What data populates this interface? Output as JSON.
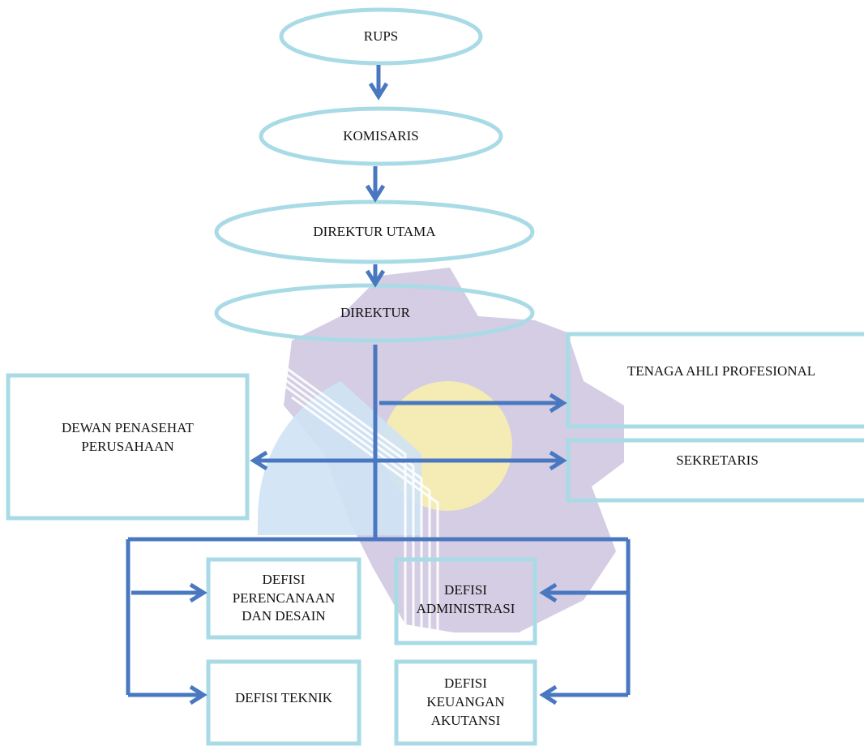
{
  "colors": {
    "node_border": "#a9dbe6",
    "connector": "#4a78c0",
    "watermark_gear": "#d2cae2",
    "watermark_disc": "#f6ecb2",
    "watermark_arc": "#cfe3f5"
  },
  "watermark": {
    "icon": "gear-logo-watermark"
  },
  "nodes": {
    "rups": "RUPS",
    "komisaris": "KOMISARIS",
    "direktur_utama": "DIREKTUR UTAMA",
    "direktur": "DIREKTUR",
    "tenaga_ahli": "TENAGA AHLI PROFESIONAL",
    "sekretaris": "SEKRETARIS",
    "dewan_penasehat": "DEWAN PENASEHAT\nPERUSAHAAN",
    "defisi_perencanaan": "DEFISI\nPERENCANAAN\nDAN DESAIN",
    "defisi_administrasi": "DEFISI\nADMINISTRASI",
    "defisi_teknik": "DEFISI TEKNIK",
    "defisi_keuangan": "DEFISI\nKEUANGAN\nAKUTANSI"
  }
}
